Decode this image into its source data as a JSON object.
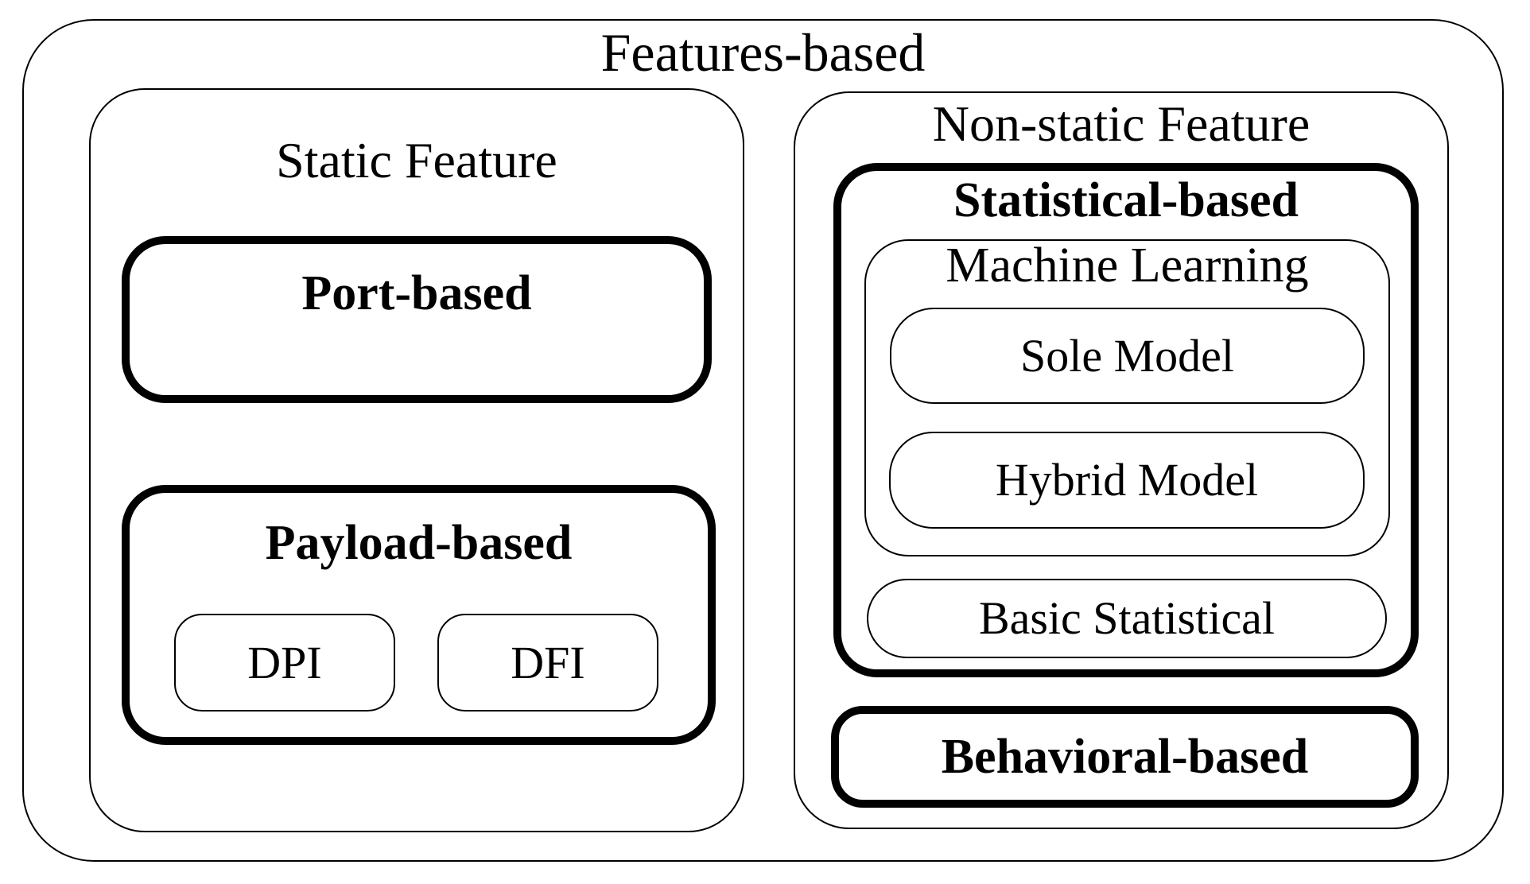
{
  "diagram": {
    "title": "Features-based",
    "static_feature": {
      "label": "Static Feature",
      "port_based": {
        "label": "Port-based"
      },
      "payload_based": {
        "label": "Payload-based",
        "dpi_label": "DPI",
        "dfi_label": "DFI"
      }
    },
    "non_static_feature": {
      "label": "Non-static Feature",
      "statistical_based": {
        "label": "Statistical-based",
        "machine_learning": {
          "label": "Machine Learning",
          "sole_model_label": "Sole Model",
          "hybrid_model_label": "Hybrid Model"
        },
        "basic_statistical_label": "Basic Statistical"
      },
      "behavioral_based": {
        "label": "Behavioral-based"
      }
    },
    "colors": {
      "line": "#000000",
      "background": "#ffffff",
      "text": "#000000"
    }
  }
}
